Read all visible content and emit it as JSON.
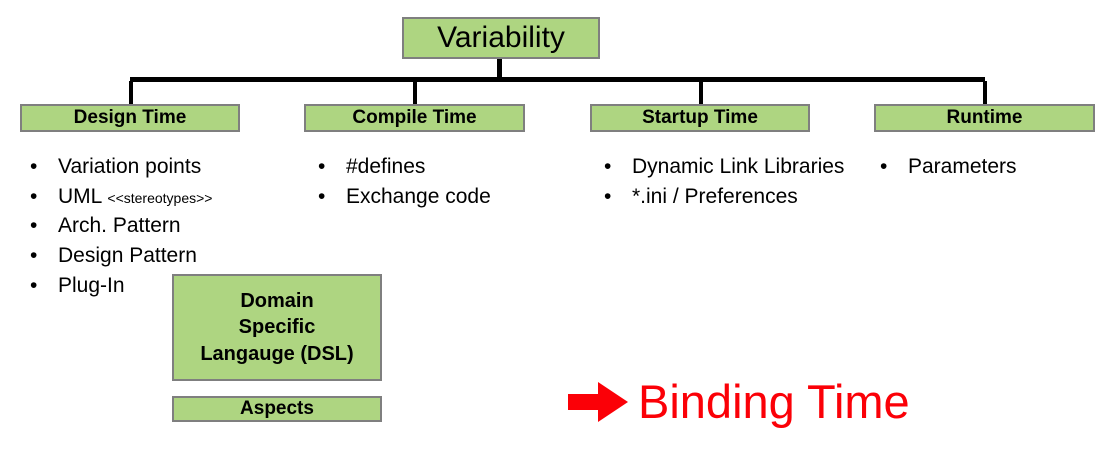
{
  "diagram": {
    "root": {
      "label": "Variability"
    },
    "categories": [
      {
        "id": "design-time",
        "label": "Design Time",
        "items": [
          {
            "text": "Variation points",
            "note": ""
          },
          {
            "text": "UML ",
            "note": "<<stereotypes>>"
          },
          {
            "text": "Arch. Pattern",
            "note": ""
          },
          {
            "text": "Design Pattern",
            "note": ""
          },
          {
            "text": "Plug-In",
            "note": ""
          }
        ]
      },
      {
        "id": "compile-time",
        "label": "Compile Time",
        "items": [
          {
            "text": "#defines",
            "note": ""
          },
          {
            "text": "Exchange code",
            "note": ""
          }
        ]
      },
      {
        "id": "startup-time",
        "label": "Startup Time",
        "items": [
          {
            "text": "Dynamic Link Libraries",
            "note": ""
          },
          {
            "text": "*.ini / Preferences",
            "note": ""
          }
        ]
      },
      {
        "id": "runtime",
        "label": "Runtime",
        "items": [
          {
            "text": "Parameters",
            "note": ""
          }
        ]
      }
    ],
    "extra_boxes": [
      {
        "id": "dsl",
        "lines": [
          "Domain",
          "Specific",
          "Langauge (DSL)"
        ]
      },
      {
        "id": "aspects",
        "label": "Aspects"
      }
    ],
    "callout": {
      "arrow_icon": "arrow-right-icon",
      "label": "Binding Time"
    },
    "bullet_glyph": "•",
    "colors": {
      "box_fill": "#aed581",
      "box_border": "#7f7f7f",
      "connector": "#000000",
      "callout_red": "#fb0007",
      "text": "#000000",
      "background": "#ffffff"
    }
  }
}
